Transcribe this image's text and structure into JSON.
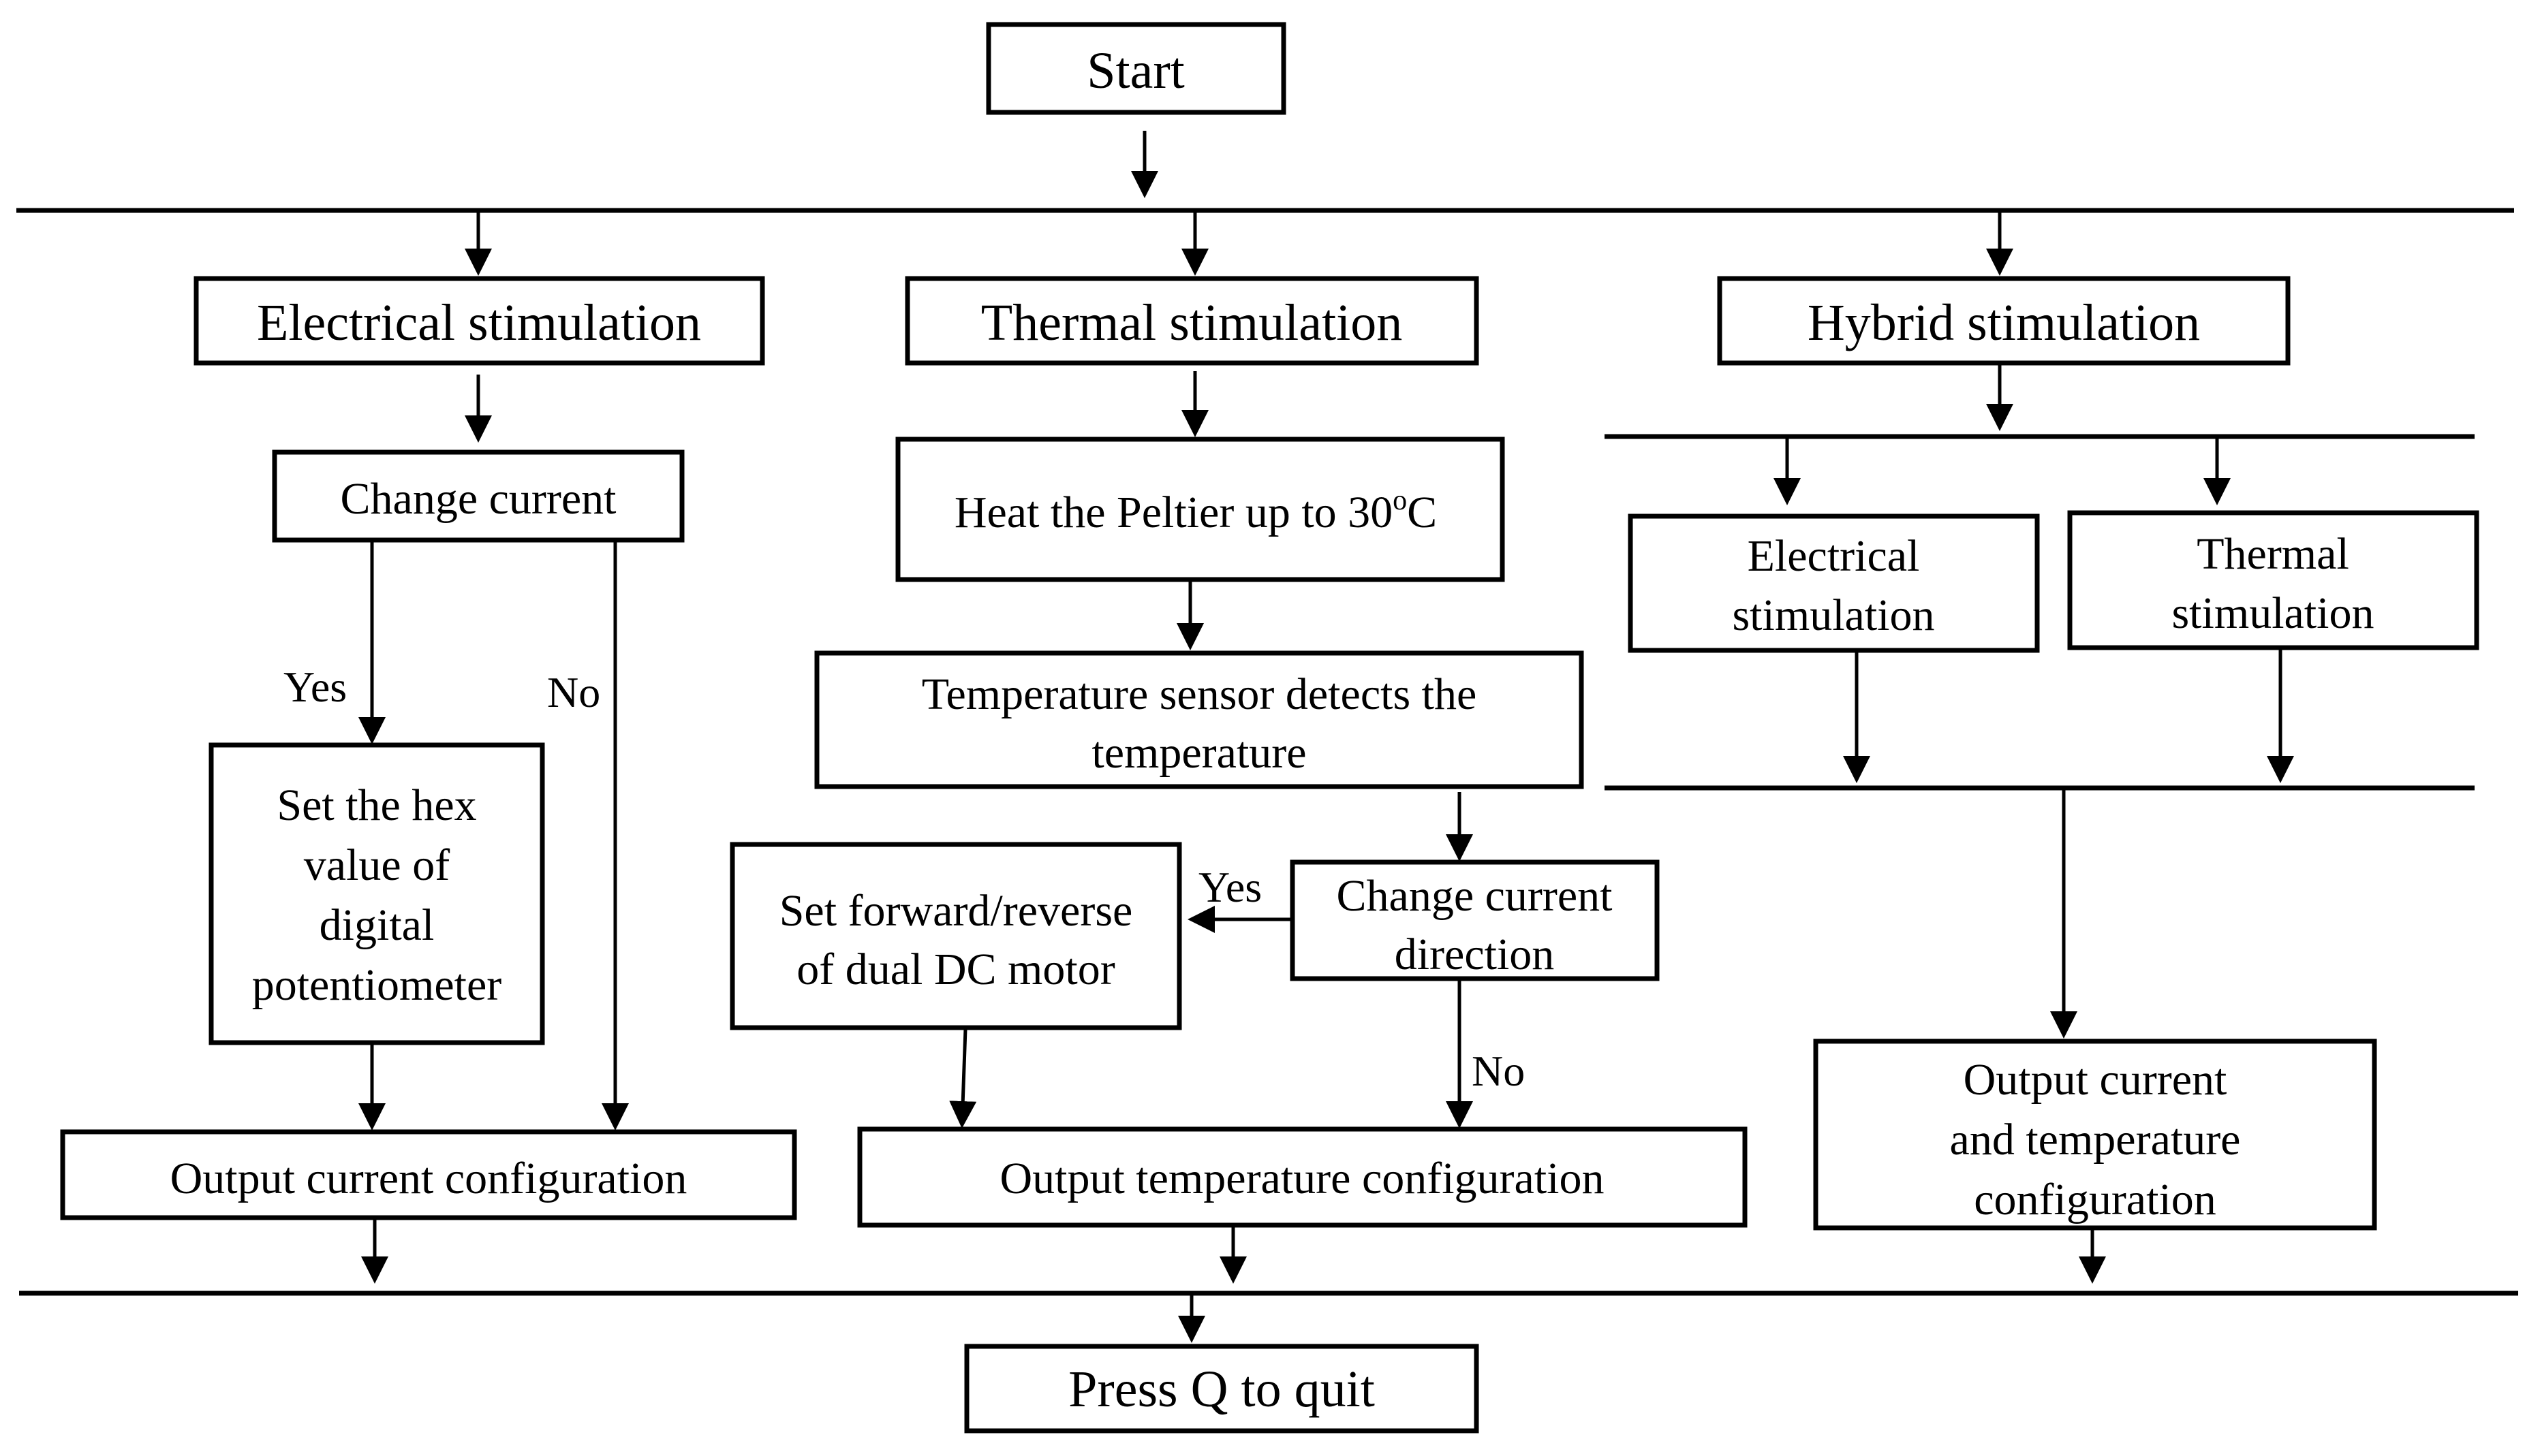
{
  "nodes": {
    "start": "Start",
    "electrical": "Electrical stimulation",
    "thermal": "Thermal stimulation",
    "hybrid": "Hybrid stimulation",
    "change_current": "Change current",
    "set_hex": [
      "Set the hex",
      "value of",
      "digital",
      "potentiometer"
    ],
    "output_current": "Output current configuration",
    "heat_peltier": {
      "text": "Heat the Peltier up to 30",
      "sup": "o",
      "unit": "C"
    },
    "temp_sensor": [
      "Temperature sensor detects the",
      "temperature"
    ],
    "change_direction": [
      "Change current",
      "direction"
    ],
    "set_motor": [
      "Set forward/reverse",
      "of dual DC motor"
    ],
    "output_temperature": "Output temperature configuration",
    "hybrid_electrical": [
      "Electrical",
      "stimulation"
    ],
    "hybrid_thermal": [
      "Thermal",
      "stimulation"
    ],
    "output_hybrid": [
      "Output current",
      "and temperature",
      "configuration"
    ],
    "quit": "Press Q to quit"
  },
  "edge_labels": {
    "yes_current": "Yes",
    "no_current": "No",
    "yes_direction": "Yes",
    "no_direction": "No"
  }
}
